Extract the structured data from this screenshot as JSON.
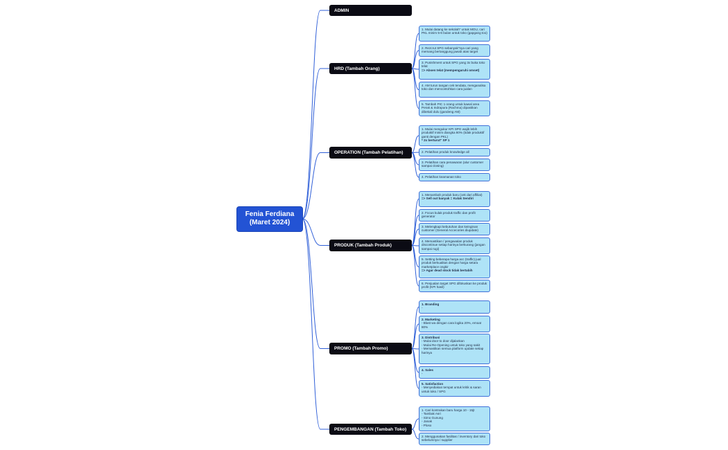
{
  "root": {
    "line1": "Fenia Ferdiana",
    "line2": "(Maret 2024)"
  },
  "branches": [
    {
      "label": "ADMIN",
      "leaves": []
    },
    {
      "label": "HRD (Tambah Orang)",
      "leaves": [
        {
          "lines": [
            {
              "t": "1. Mulai datang ke sekolah\" untuk MOU, cari PKL minim 5-6 bulan untuk toko (gapgang too)"
            }
          ]
        },
        {
          "lines": [
            {
              "t": "2. Rezcrut SPG sebanyak\"nya cari yang memang bertanggung jawab atas target"
            }
          ]
        },
        {
          "lines": [
            {
              "t": "3. Punishment untuk SPG yang 3x buka toko telat"
            },
            {
              "t": "=> Absen telat (mempengaruhi omset)",
              "b": true
            }
          ]
        },
        {
          "lines": [
            {
              "t": "4. AM turun tangan cek tendata, menganalisa toko dan mencontohkan cara jualan"
            }
          ]
        },
        {
          "lines": [
            {
              "t": "5. Tambah PIC 1 orang untuk kawal area Perak & Indrapura (Rachma) dipastikan dibekali dulu (gandeng AM)"
            }
          ]
        }
      ]
    },
    {
      "label": "OPERATION (Tambah Pelatihan)",
      "leaves": [
        {
          "lines": [
            {
              "t": "1. Mulai mengukur KPI SPG wajib lebih produktif minim diangka 80% (tidak produktif ganti dengan PKL)"
            },
            {
              "t": "* 2x berturut\" SP 1",
              "b": true
            }
          ]
        },
        {
          "lines": [
            {
              "t": "2. Pelatihan produk knowledge all"
            }
          ]
        },
        {
          "lines": [
            {
              "t": "3. Pelatihan cara penawaran (alur customer sampai closing)"
            }
          ]
        },
        {
          "lines": [
            {
              "t": "4. Pelatihan keamanan toko"
            }
          ]
        }
      ]
    },
    {
      "label": "PRODUK (Tambah Produk)",
      "leaves": [
        {
          "lines": [
            {
              "t": "1. Menambah produk baru (cek dari affiliat)"
            },
            {
              "t": "=> Sell out banyak = Kulak Sendiri",
              "b": true
            }
          ]
        },
        {
          "lines": [
            {
              "t": "2. Focus kulak produk traffic dan profit generator"
            }
          ]
        },
        {
          "lines": [
            {
              "t": "3. Melengkapi kebutuhan dan keinginan customer (General Accecories diupdate)"
            }
          ]
        },
        {
          "lines": [
            {
              "t": "4. Memastikan / pengawalan produk discontinue setiap harinya berkurang (jangan sampai rugi)"
            }
          ]
        },
        {
          "lines": [
            {
              "t": "5. Setting beberapa harga acc (traffic) jual produk berkualitas dengan harga setara marketplace ongkir"
            },
            {
              "t": "=> Agar dead stock tidak bertabih",
              "b": true
            }
          ]
        },
        {
          "lines": [
            {
              "t": "6. Penjualan target SPG difokuskan ke produk profit (KPI hasil)"
            }
          ]
        }
      ]
    },
    {
      "label": "PROMO (Tambah Promo)",
      "leaves": [
        {
          "lines": [
            {
              "t": "1. Branding",
              "b": true
            },
            {
              "t": "-"
            }
          ]
        },
        {
          "lines": [
            {
              "t": "2. Marketing",
              "b": true
            },
            {
              "t": "- Blast wa dengan cara logika 20%, emoat 80%"
            }
          ]
        },
        {
          "lines": [
            {
              "t": "3. Distribusi",
              "b": true
            },
            {
              "t": "- Mulai door to door dijalankan"
            },
            {
              "t": "- Mulai Re-Opening untuk toko yang sakit"
            },
            {
              "t": "- Memastikan semua platform update setiap harinya"
            }
          ]
        },
        {
          "lines": [
            {
              "t": "4. Sales",
              "b": true
            },
            {
              "t": "-"
            }
          ]
        },
        {
          "lines": [
            {
              "t": "5. Satisfaction",
              "b": true
            },
            {
              "t": "- Menyediakan tempat untuk kritik & saran untuk toko / SPG"
            }
          ]
        }
      ]
    },
    {
      "label": "PENGEMBANGAN (Tambah Toko)",
      "leaves": [
        {
          "lines": [
            {
              "t": "1. Cari kontrakan baru harga 10 - 15jt"
            },
            {
              "t": "- Tambak Asri"
            },
            {
              "t": "- Simo Gunung"
            },
            {
              "t": "- Janak"
            },
            {
              "t": "- Ploso"
            }
          ]
        },
        {
          "lines": [
            {
              "t": "2. Menggunakan fasilitas / inventory dari toko sebelumnya / supplier"
            }
          ]
        }
      ]
    }
  ],
  "colors": {
    "root": "#2353d4",
    "branch": "#0b0b14",
    "leaf_fill": "#aee3f7",
    "leaf_border": "#3f70d8",
    "connector": "#2f5fd8"
  }
}
